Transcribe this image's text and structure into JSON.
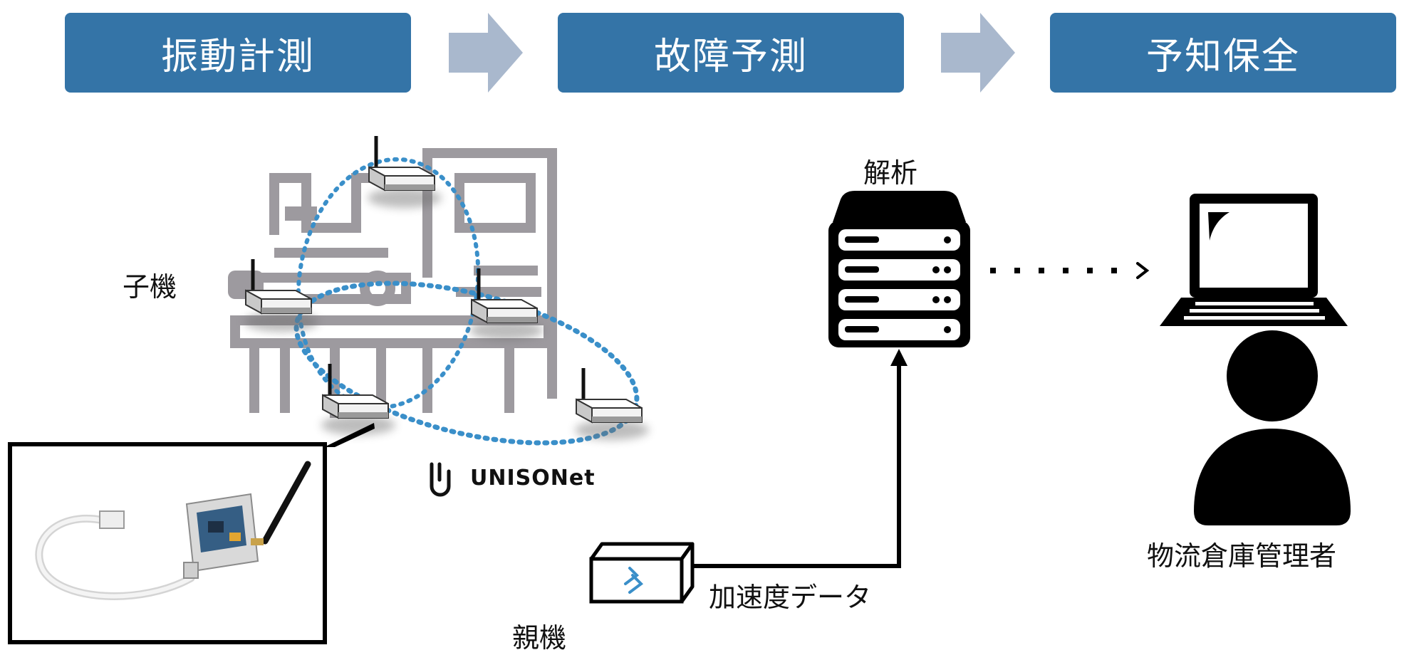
{
  "steps": [
    "振動計測",
    "故障予測",
    "予知保全"
  ],
  "labels": {
    "child_unit": "子機",
    "parent_unit": "親機",
    "analysis": "解析",
    "acceleration_data": "加速度データ",
    "manager": "物流倉庫管理者"
  },
  "logo": {
    "text": "UNISONet"
  },
  "icons": {
    "flow_arrow": "arrow-right-icon",
    "machine": "factory-machine-icon",
    "node": "wireless-sensor-node-icon",
    "server": "server-rack-icon",
    "laptop": "laptop-icon",
    "user": "user-silhouette-icon"
  },
  "colors": {
    "step_fill": "#3474a7",
    "step_text": "#ffffff",
    "flow_arrow": "#a9b8cd",
    "mesh_link": "#3a8fc9",
    "machine_outline": "#9d9a9f",
    "line": "#000000"
  }
}
